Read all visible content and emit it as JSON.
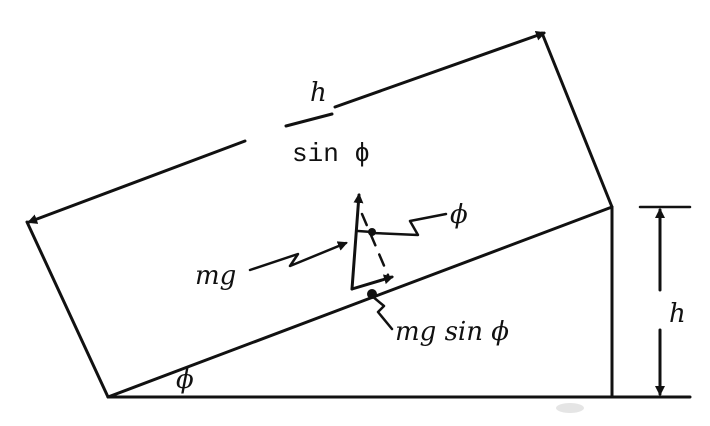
{
  "labels": {
    "slope_length_numerator": "h",
    "slope_length_denominator": "sin ϕ",
    "angle_marker_top": "ϕ",
    "weight": "mg",
    "component": "mg sin ϕ",
    "height": "h",
    "incline_angle": "ϕ"
  }
}
